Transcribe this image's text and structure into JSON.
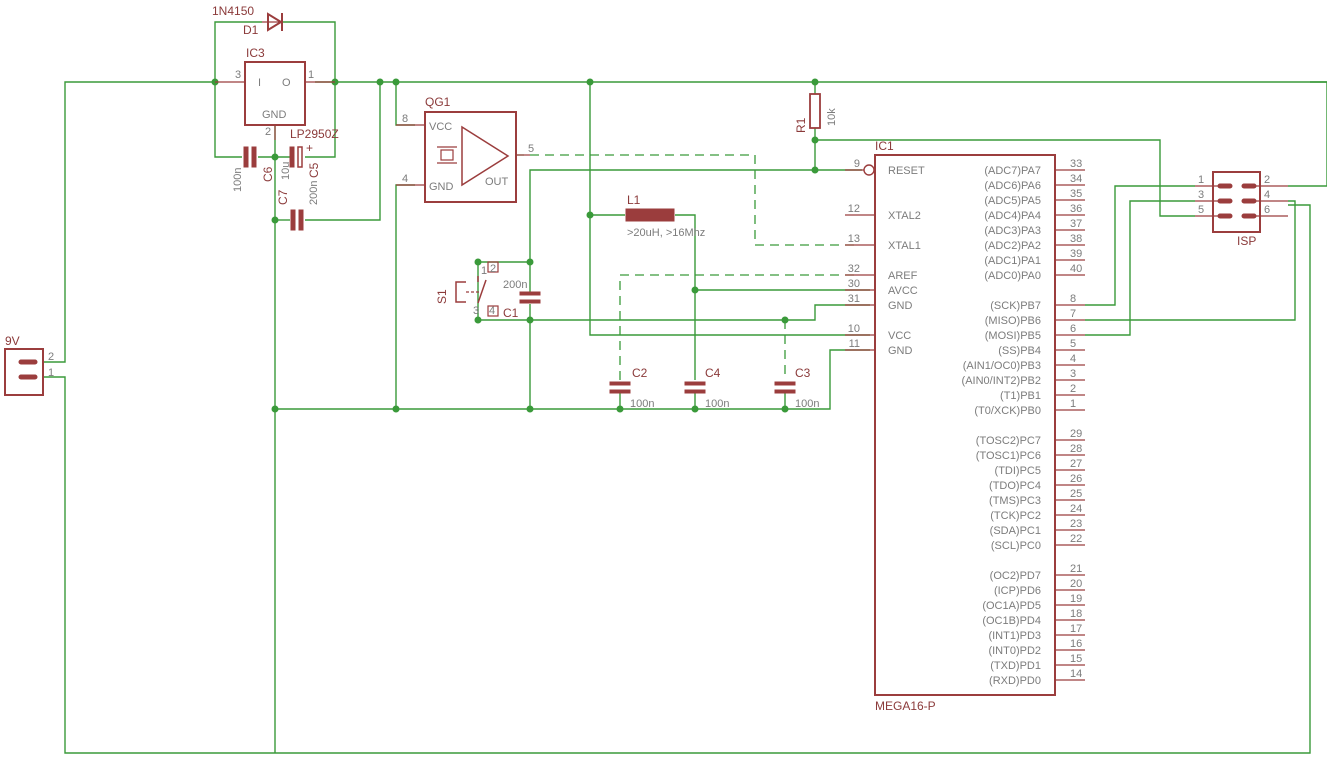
{
  "schematic": {
    "components": {
      "d1": {
        "name": "D1",
        "value": "1N4150"
      },
      "ic3": {
        "name": "IC3",
        "value": "LP2950Z",
        "pin_in": "I",
        "pin_out": "O",
        "pin_gnd": "GND",
        "pins": [
          "3",
          "1",
          "2"
        ]
      },
      "c6": {
        "name": "C6",
        "value": "100n"
      },
      "c7": {
        "name": "C7",
        "value": "10u"
      },
      "c5": {
        "name": "C5",
        "value": "200n"
      },
      "qg1": {
        "name": "QG1",
        "pin_vcc": "VCC",
        "pin_gnd": "GND",
        "pin_out": "OUT",
        "pins": [
          "8",
          "4",
          "5"
        ]
      },
      "r1": {
        "name": "R1",
        "value": "10k"
      },
      "l1": {
        "name": "L1",
        "value": ">20uH, >16Mhz"
      },
      "s1": {
        "name": "S1",
        "pins": [
          "1",
          "2",
          "3",
          "4"
        ]
      },
      "c1": {
        "name": "C1",
        "value": "200n"
      },
      "c2": {
        "name": "C2",
        "value": "100n"
      },
      "c4": {
        "name": "C4",
        "value": "100n"
      },
      "c3": {
        "name": "C3",
        "value": "100n"
      },
      "battery": {
        "name": "9V",
        "pins": [
          "2",
          "1"
        ]
      },
      "isp": {
        "name": "ISP",
        "pins": [
          "1",
          "2",
          "3",
          "4",
          "5",
          "6"
        ]
      }
    },
    "ic1": {
      "name": "IC1",
      "value": "MEGA16-P",
      "left_pins": [
        {
          "label": "RESET",
          "num": "9"
        },
        {
          "label": "XTAL2",
          "num": "12"
        },
        {
          "label": "XTAL1",
          "num": "13"
        },
        {
          "label": "AREF",
          "num": "32"
        },
        {
          "label": "AVCC",
          "num": "30"
        },
        {
          "label": "GND",
          "num": "31"
        },
        {
          "label": "VCC",
          "num": "10"
        },
        {
          "label": "GND",
          "num": "11"
        }
      ],
      "right_pins": [
        {
          "label": "(ADC7)PA7",
          "num": "33"
        },
        {
          "label": "(ADC6)PA6",
          "num": "34"
        },
        {
          "label": "(ADC5)PA5",
          "num": "35"
        },
        {
          "label": "(ADC4)PA4",
          "num": "36"
        },
        {
          "label": "(ADC3)PA3",
          "num": "37"
        },
        {
          "label": "(ADC2)PA2",
          "num": "38"
        },
        {
          "label": "(ADC1)PA1",
          "num": "39"
        },
        {
          "label": "(ADC0)PA0",
          "num": "40"
        },
        {
          "label": "(SCK)PB7",
          "num": "8"
        },
        {
          "label": "(MISO)PB6",
          "num": "7"
        },
        {
          "label": "(MOSI)PB5",
          "num": "6"
        },
        {
          "label": "(SS)PB4",
          "num": "5"
        },
        {
          "label": "(AIN1/OC0)PB3",
          "num": "4"
        },
        {
          "label": "(AIN0/INT2)PB2",
          "num": "3"
        },
        {
          "label": "(T1)PB1",
          "num": "2"
        },
        {
          "label": "(T0/XCK)PB0",
          "num": "1"
        },
        {
          "label": "(TOSC2)PC7",
          "num": "29"
        },
        {
          "label": "(TOSC1)PC6",
          "num": "28"
        },
        {
          "label": "(TDI)PC5",
          "num": "27"
        },
        {
          "label": "(TDO)PC4",
          "num": "26"
        },
        {
          "label": "(TMS)PC3",
          "num": "25"
        },
        {
          "label": "(TCK)PC2",
          "num": "24"
        },
        {
          "label": "(SDA)PC1",
          "num": "23"
        },
        {
          "label": "(SCL)PC0",
          "num": "22"
        },
        {
          "label": "(OC2)PD7",
          "num": "21"
        },
        {
          "label": "(ICP)PD6",
          "num": "20"
        },
        {
          "label": "(OC1A)PD5",
          "num": "19"
        },
        {
          "label": "(OC1B)PD4",
          "num": "18"
        },
        {
          "label": "(INT1)PD3",
          "num": "17"
        },
        {
          "label": "(INT0)PD2",
          "num": "16"
        },
        {
          "label": "(TXD)PD1",
          "num": "15"
        },
        {
          "label": "(RXD)PD0",
          "num": "14"
        }
      ]
    },
    "colors": {
      "wire": "#3a9a3a",
      "part": "#9b3d3d",
      "text": "#7c7c7c",
      "background": "#ffffff"
    }
  }
}
